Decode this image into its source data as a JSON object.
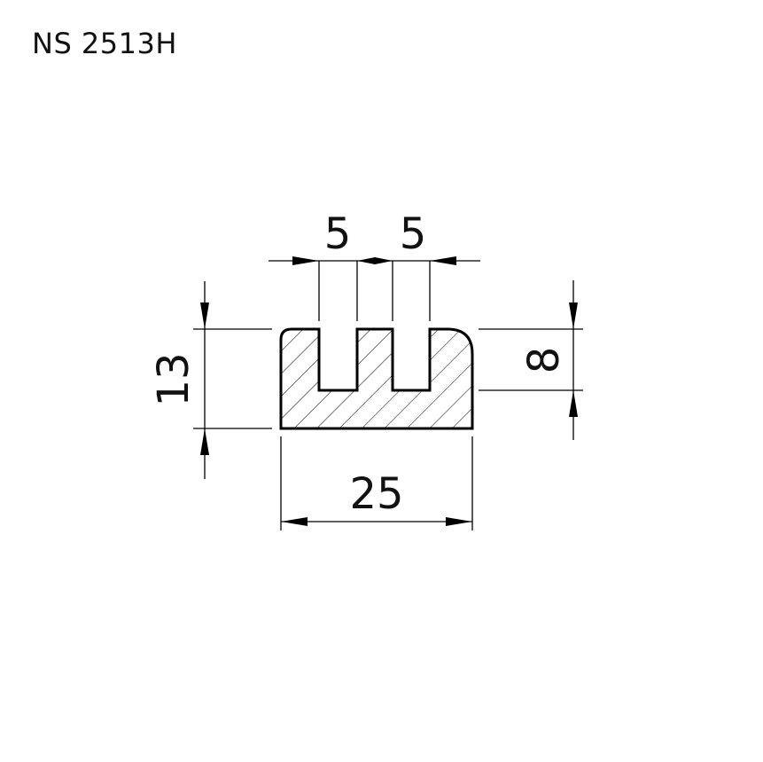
{
  "title": "NS 2513H",
  "dimensions": {
    "slot_width_left": "5",
    "slot_width_right": "5",
    "overall_height": "13",
    "slot_depth": "8",
    "overall_width": "25"
  }
}
